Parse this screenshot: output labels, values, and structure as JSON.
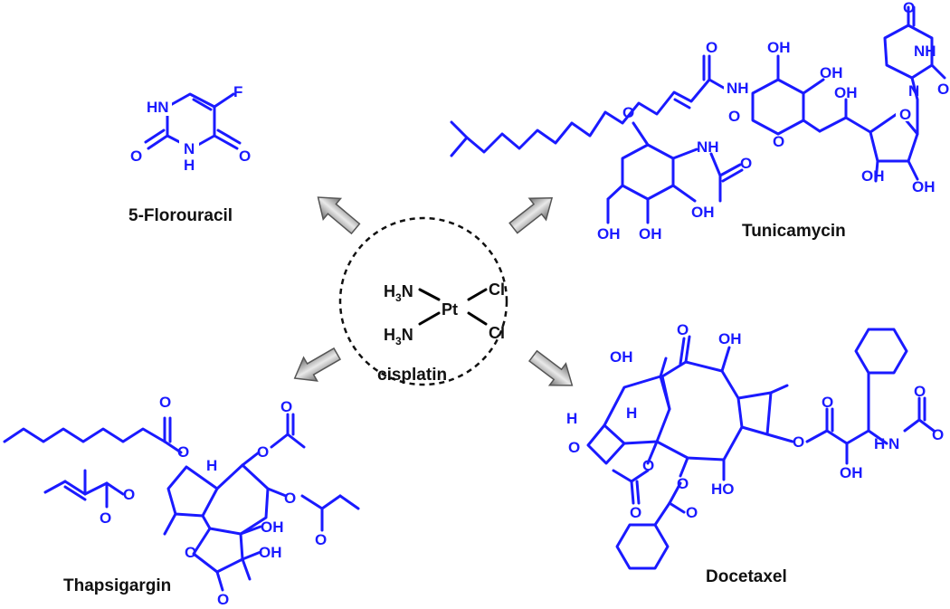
{
  "center": {
    "formula": {
      "ammine_top": "H3N",
      "ammine_bottom": "H3N",
      "metal": "Pt",
      "chloride_top": "Cl",
      "chloride_bottom": "Cl"
    },
    "name": "cisplatin"
  },
  "compounds": {
    "fluorouracil": {
      "name": "5-Florouracil",
      "atoms": {
        "f": "F",
        "n1": "HN",
        "n3": "N",
        "n3_h": "H",
        "o2": "O",
        "o4": "O"
      }
    },
    "tunicamycin": {
      "name": "Tunicamycin",
      "atoms": {
        "amide_o": "O",
        "amide_nh": "NH",
        "oh1": "OH",
        "oh2": "OH",
        "ring_o1": "O",
        "glyco_o": "O",
        "oh3": "OH",
        "ring_o2": "O",
        "oh4": "OH",
        "uracil_o1": "O",
        "uracil_nh": "NH",
        "uracil_n": "N",
        "uracil_o2": "O",
        "ring_o3": "O",
        "oh5": "OH",
        "oh6": "OH",
        "nh": "NH",
        "acetyl_o": "O",
        "oh7": "OH",
        "oh8": "OH"
      }
    },
    "thapsigargin": {
      "name": "Thapsigargin",
      "atoms": {
        "ester_o1": "O",
        "ester_o2": "O",
        "ester_o3": "O",
        "ester_o4": "O",
        "ester_o5": "O",
        "ester_o6": "O",
        "ester_o7": "O",
        "ester_o8": "O",
        "ring_h": "H",
        "oh1": "OH",
        "oh2": "OH",
        "lactone_o": "O",
        "lactone_o2": "O"
      }
    },
    "docetaxel": {
      "name": "Docetaxel",
      "atoms": {
        "oh1": "OH",
        "keto_o": "O",
        "oh2": "OH",
        "h1": "H",
        "h2": "H",
        "ox_o": "O",
        "ac_o1": "O",
        "ac_o2": "O",
        "oh3": "HO",
        "bz_o1": "O",
        "bz_o2": "O",
        "side_o1": "O",
        "side_o2": "O",
        "oh4": "OH",
        "nh": "N",
        "nh_h": "H",
        "boc_o1": "O",
        "boc_o2": "O"
      }
    }
  },
  "colors": {
    "molecule": "#1a1aff",
    "center": "#111111",
    "arrow_dark": "#6e6e6e",
    "arrow_light": "#e6e6e6"
  },
  "icons": {
    "arrows": "gray-3d-block-arrow"
  }
}
